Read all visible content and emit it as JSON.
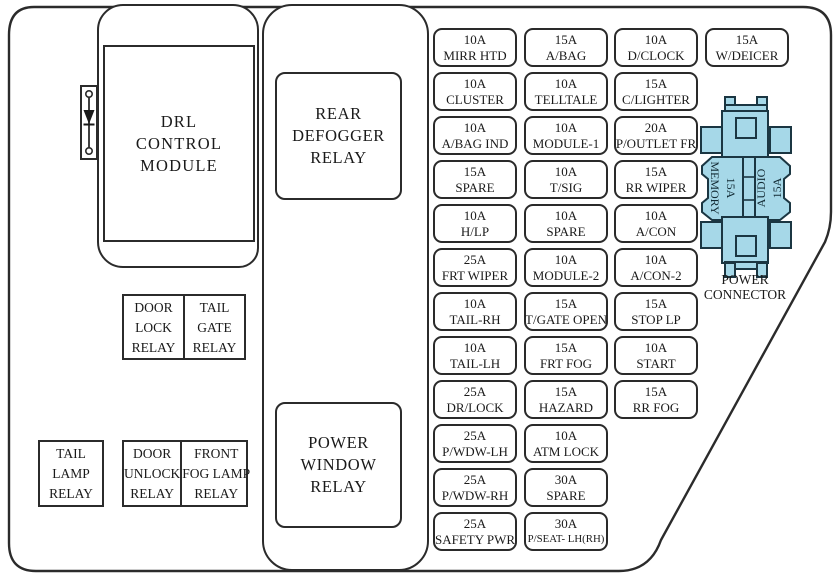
{
  "colors": {
    "line": "#2b2b2b",
    "connector_fill": "#a6d8e8",
    "connector_stroke": "#1b3642",
    "background": "#ffffff"
  },
  "modules": {
    "drl": [
      "DRL",
      "CONTROL",
      "MODULE"
    ]
  },
  "relays": {
    "rear_defogger": [
      "REAR",
      "DEFOGGER",
      "RELAY"
    ],
    "power_window": [
      "POWER",
      "WINDOW",
      "RELAY"
    ],
    "door_lock": [
      "DOOR",
      "LOCK",
      "RELAY"
    ],
    "tail_gate": [
      "TAIL",
      "GATE",
      "RELAY"
    ],
    "tail_lamp": [
      "TAIL",
      "LAMP",
      "RELAY"
    ],
    "door_unlock": [
      "DOOR",
      "UNLOCK",
      "RELAY"
    ],
    "front_fog_lamp": [
      "FRONT",
      "FOG LAMP",
      "RELAY"
    ]
  },
  "fuses": {
    "col1": [
      {
        "amp": "10A",
        "label": "MIRR HTD"
      },
      {
        "amp": "10A",
        "label": "CLUSTER"
      },
      {
        "amp": "10A",
        "label": "A/BAG IND"
      },
      {
        "amp": "15A",
        "label": "SPARE"
      },
      {
        "amp": "10A",
        "label": "H/LP"
      },
      {
        "amp": "25A",
        "label": "FRT WIPER"
      },
      {
        "amp": "10A",
        "label": "TAIL-RH"
      },
      {
        "amp": "10A",
        "label": "TAIL-LH"
      },
      {
        "amp": "25A",
        "label": "DR/LOCK"
      },
      {
        "amp": "25A",
        "label": "P/WDW-LH"
      },
      {
        "amp": "25A",
        "label": "P/WDW-RH"
      },
      {
        "amp": "25A",
        "label": "SAFETY PWR"
      }
    ],
    "col2": [
      {
        "amp": "15A",
        "label": "A/BAG"
      },
      {
        "amp": "10A",
        "label": "TELLTALE"
      },
      {
        "amp": "10A",
        "label": "MODULE-1"
      },
      {
        "amp": "10A",
        "label": "T/SIG"
      },
      {
        "amp": "10A",
        "label": "SPARE"
      },
      {
        "amp": "10A",
        "label": "MODULE-2"
      },
      {
        "amp": "15A",
        "label": "T/GATE OPEN"
      },
      {
        "amp": "15A",
        "label": "FRT FOG"
      },
      {
        "amp": "15A",
        "label": "HAZARD"
      },
      {
        "amp": "10A",
        "label": "ATM LOCK"
      },
      {
        "amp": "30A",
        "label": "SPARE"
      },
      {
        "amp": "30A",
        "label": "P/SEAT- LH(RH)"
      }
    ],
    "col3": [
      {
        "amp": "10A",
        "label": "D/CLOCK"
      },
      {
        "amp": "15A",
        "label": "C/LIGHTER"
      },
      {
        "amp": "20A",
        "label": "P/OUTLET FR"
      },
      {
        "amp": "15A",
        "label": "RR WIPER"
      },
      {
        "amp": "10A",
        "label": "A/CON"
      },
      {
        "amp": "10A",
        "label": "A/CON-2"
      },
      {
        "amp": "15A",
        "label": "STOP LP"
      },
      {
        "amp": "10A",
        "label": "START"
      },
      {
        "amp": "15A",
        "label": "RR FOG"
      }
    ],
    "col4": [
      {
        "amp": "15A",
        "label": "W/DEICER"
      }
    ]
  },
  "connector": {
    "memory_amp": "15A",
    "memory_name": "MEMORY",
    "audio_amp": "15A",
    "audio_name": "AUDIO",
    "caption": [
      "POWER",
      "CONNECTOR"
    ]
  }
}
